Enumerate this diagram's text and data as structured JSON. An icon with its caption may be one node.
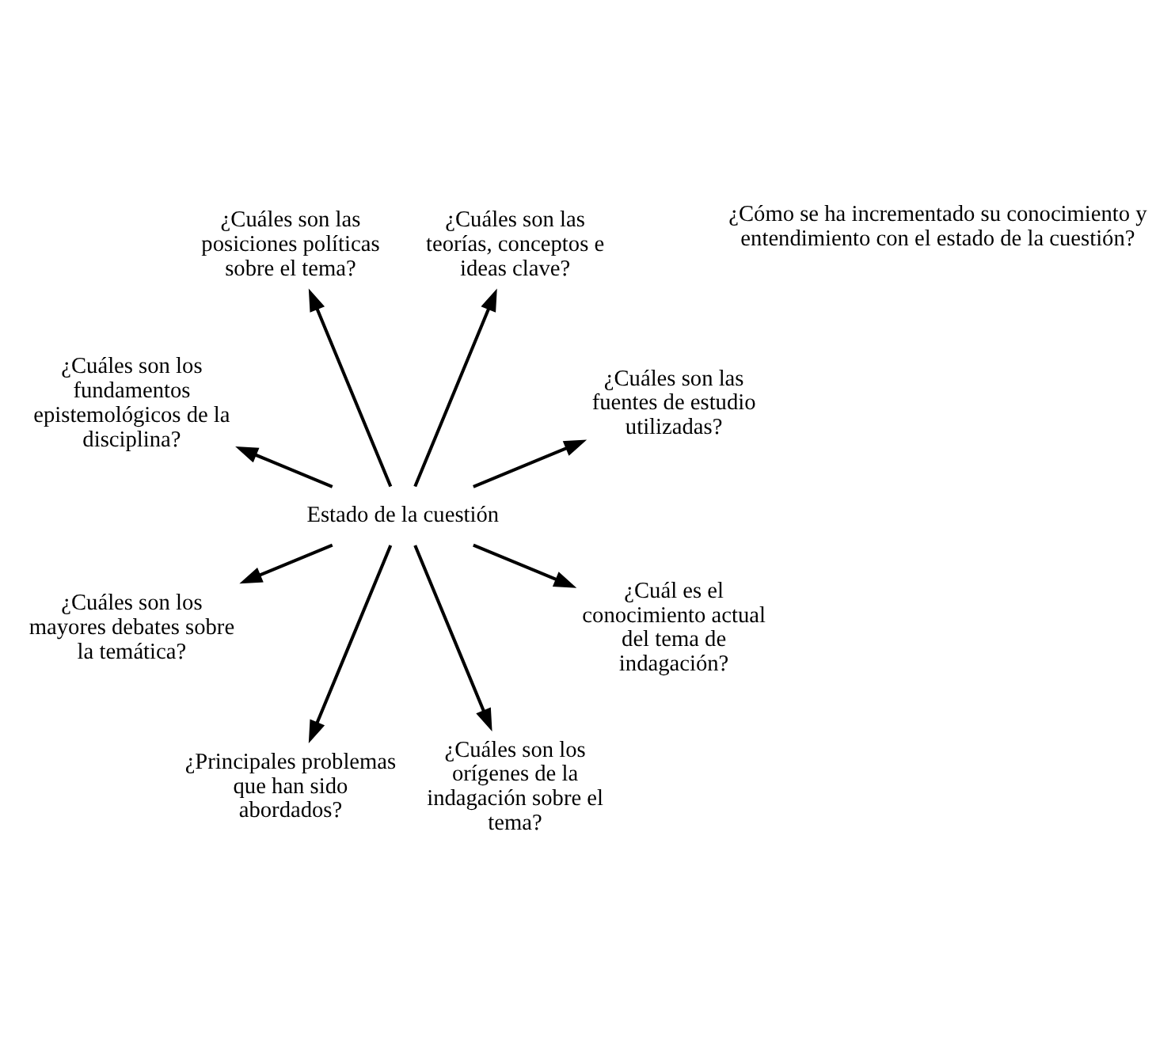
{
  "diagram": {
    "nodes": [
      {
        "text": [
          "¿Cuáles son las fuentes de estudio utilizadas?"
        ]
      },
      {
        "text": [
          "¿Cuáles son las teorías, conceptos e ideas clave?"
        ]
      },
      {
        "text": [
          "¿Cuáles son las posiciones políticas sobre el tema?"
        ]
      },
      {
        "text": [
          "¿Cuáles son los fundamentos epistemológicos de la disciplina?"
        ]
      },
      {
        "text": [
          "¿Cuáles son los mayores debates sobre la temática?"
        ]
      },
      {
        "text": [
          "Estado de la cuestión"
        ]
      },
      {
        "text": [
          "¿Principales problemas que han sido abordados?"
        ]
      },
      {
        "text": [
          "¿Cuáles son los orígenes de la indagación sobre el tema?"
        ]
      },
      {
        "text": [
          "¿Cuál es el conocimiento actual del tema de indagación?"
        ]
      }
    ],
    "edges": [
      {
        "from": 5,
        "to": 1,
        "arrow": "to"
      },
      {
        "from": 5,
        "to": 3,
        "arrow": "to"
      },
      {
        "from": 5,
        "to": 6,
        "arrow": "to"
      },
      {
        "from": 5,
        "to": 8,
        "arrow": "to"
      },
      {
        "from": 5,
        "to": 7,
        "arrow": "to"
      },
      {
        "from": 5,
        "to": 4,
        "arrow": "to"
      },
      {
        "from": 5,
        "to": 2,
        "arrow": "to"
      },
      {
        "from": 5,
        "to": 0,
        "arrow": "to"
      }
    ],
    "labels": [
      "¿Cómo se ha incrementado su conocimiento y entendimiento con el estado de la cuestión?"
    ]
  }
}
